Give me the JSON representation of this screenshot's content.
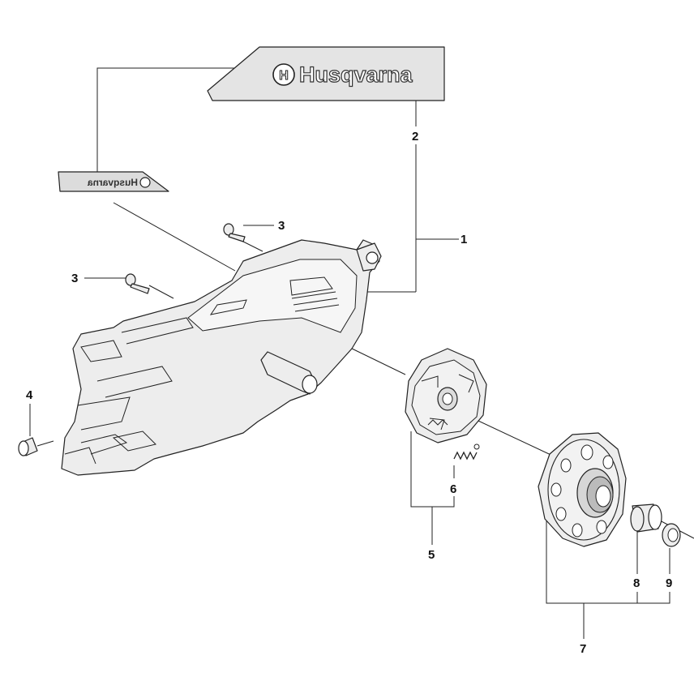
{
  "brand": "Husqvarna",
  "callouts": [
    "1",
    "2",
    "3",
    "3",
    "4",
    "5",
    "6",
    "7",
    "8",
    "9"
  ]
}
